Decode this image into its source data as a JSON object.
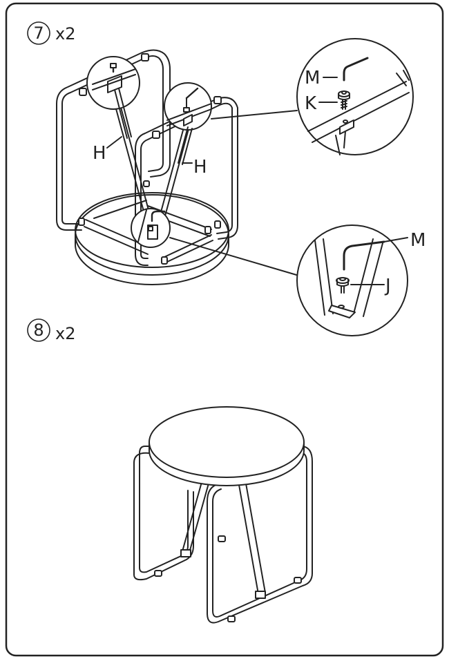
{
  "steps": [
    {
      "number": "7",
      "quantity": "x2"
    },
    {
      "number": "8",
      "quantity": "x2"
    }
  ],
  "parts": {
    "brace_left": "H",
    "brace_right": "H",
    "hex_key_top": "M",
    "bolt_k": "K",
    "hex_key_bottom": "M",
    "bolt_j": "J"
  }
}
